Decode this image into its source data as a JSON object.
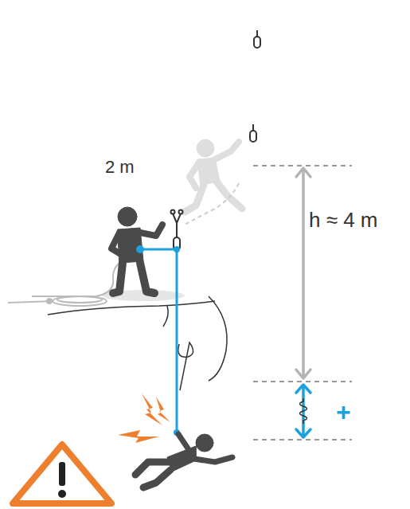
{
  "diagram": {
    "labels": [
      "2 m",
      "h ≈ 4 m",
      "+"
    ]
  }
}
